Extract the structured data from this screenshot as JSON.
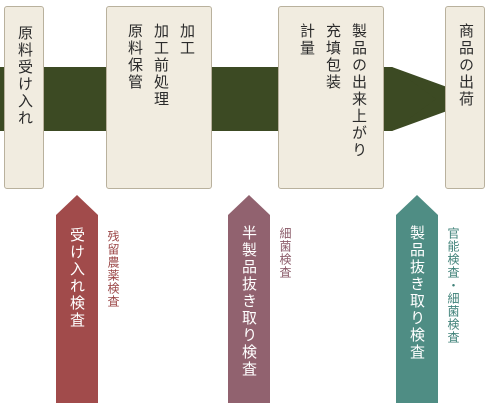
{
  "colors": {
    "flow_band": "#3c4a23",
    "box_fill": "#f1ece0",
    "box_border": "#b9b19d",
    "arrow_red": "#a14b4b",
    "arrow_mauve": "#91626f",
    "arrow_teal": "#4f8d84",
    "label_red": "#9c4848",
    "label_mauve": "#8a5a68",
    "label_teal": "#3f8178"
  },
  "steps": [
    {
      "lines": [
        "原料受け入れ"
      ]
    },
    {
      "lines": [
        "加工",
        "加工前処理",
        "原料保管"
      ]
    },
    {
      "lines": [
        "製品の出来上がり",
        "充填包装",
        "計量"
      ]
    },
    {
      "lines": [
        "商品の出荷"
      ]
    }
  ],
  "inspections": [
    {
      "title": "受け入れ検査",
      "detail": "残留農薬検査"
    },
    {
      "title": "半製品抜き取り検査",
      "detail": "細菌検査"
    },
    {
      "title": "製品抜き取り検査",
      "detail": "官能検査・細菌検査"
    }
  ]
}
